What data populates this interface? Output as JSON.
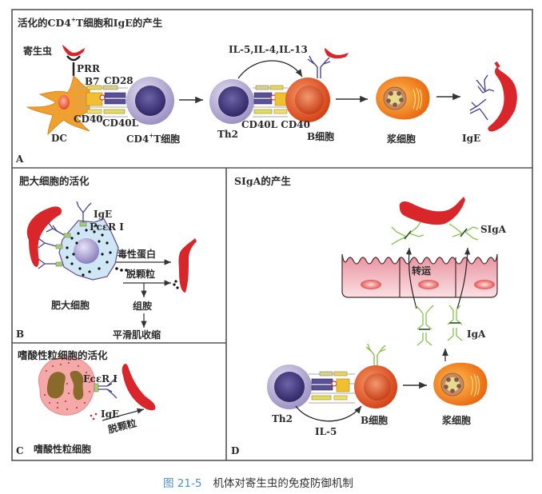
{
  "figure": {
    "caption_number": "图 21-5",
    "caption_text": "机体对寄生虫的免疫防御机制",
    "caption_number_color": "#4a8fd4"
  },
  "panels": {
    "A": {
      "letter": "A",
      "title_pre": "活化的CD4",
      "title_sup": "+",
      "title_post": "T细胞和IgE的产生",
      "labels": {
        "parasite": "寄生虫",
        "prr": "PRR",
        "b7": "B7",
        "cd28": "CD28",
        "cd40": "CD40",
        "cd40l": "CD40L",
        "dc": "DC",
        "cd4t_pre": "CD4",
        "cd4t_sup": "+",
        "cd4t_post": "T细胞",
        "cytokines": "IL-5,IL-4,IL-13",
        "th2": "Th2",
        "cd40l_cd40": "CD40L CD40",
        "b_cell": "B细胞",
        "plasma_cell": "浆细胞",
        "ige": "IgE"
      }
    },
    "B": {
      "letter": "B",
      "title": "肥大细胞的活化",
      "labels": {
        "ige": "IgE",
        "fceri": "FcεR Ⅰ",
        "toxic_protein": "毒性蛋白",
        "degranulation": "脱颗粒",
        "mast_cell": "肥大细胞",
        "histamine": "组胺",
        "smooth_muscle": "平滑肌收缩"
      }
    },
    "C": {
      "letter": "C",
      "title": "嗜酸性粒细胞的活化",
      "labels": {
        "fceri": "FcεR Ⅰ",
        "ige": "IgE",
        "degranulation": "脱颗粒",
        "eosinophil": "嗜酸性粒细胞"
      }
    },
    "D": {
      "letter": "D",
      "title": "SIgA的产生",
      "labels": {
        "sigA": "SIgA",
        "transport": "转运",
        "iga": "IgA",
        "th2": "Th2",
        "il5": "IL-5",
        "b_cell": "B细胞",
        "plasma_cell": "浆细胞"
      }
    }
  },
  "colors": {
    "border": "#555555",
    "parasite": "#d9262b",
    "dc": "#f0a030",
    "t_cell_outer": "#b3a9d0",
    "t_cell_inner": "#3e3576",
    "b_cell": "#ee5a20",
    "plasma": "#f08a1e",
    "ige": "#4a4690",
    "iga": "#86c24a",
    "mast": "#cfe6f5",
    "eosinophil": "#f4a8a8",
    "epithelium": "#f2b3bd"
  }
}
